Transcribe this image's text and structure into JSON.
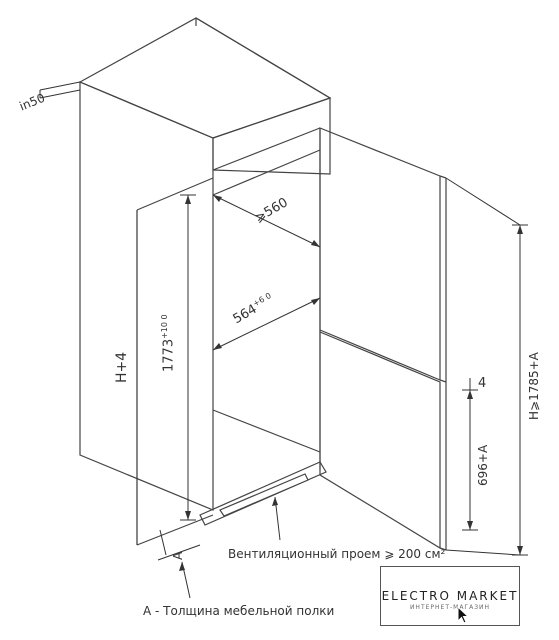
{
  "labels": {
    "clearance_top": "in50",
    "depth_min": "⩾560",
    "depth_nominal": "564",
    "depth_tol": "+6 0",
    "niche_height": "1773",
    "niche_height_tol": "+10 0",
    "h_plus_4": "H+4",
    "gap_4": "4",
    "lower_door": "696+A",
    "total_height": "H⩾1785+A",
    "shelf_a": "A",
    "ventilation": "Вентиляционный проем ⩾ 200 см²",
    "shelf_caption": "A - Толщина мебельной полки"
  },
  "logo": {
    "title": "ELECTRO MARKET",
    "subtitle": "ИНТЕРНЕТ-МАГАЗИН"
  }
}
